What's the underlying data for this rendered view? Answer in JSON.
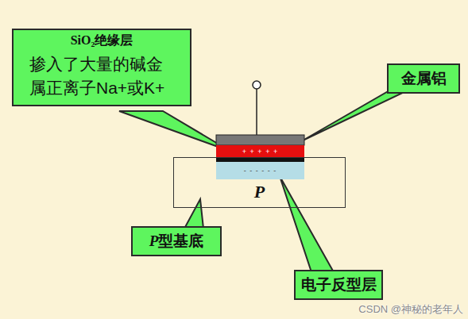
{
  "diagram": {
    "nodes": [
      {
        "text": [
          "SiO₂绝缘层",
          "掺入了大量的碱金属正离子Na+或K+"
        ]
      },
      {
        "text": [
          "金属铝"
        ]
      },
      {
        "text": [
          "+ + + + +"
        ]
      },
      {
        "text": [
          "P"
        ]
      },
      {
        "text": [
          "- - - - - -"
        ],
        "in": 3
      },
      {
        "text": [
          "P型基底"
        ]
      },
      {
        "text": [
          "电子反型层"
        ]
      }
    ],
    "labels": [
      "CSDN @神秘的老年人"
    ]
  }
}
